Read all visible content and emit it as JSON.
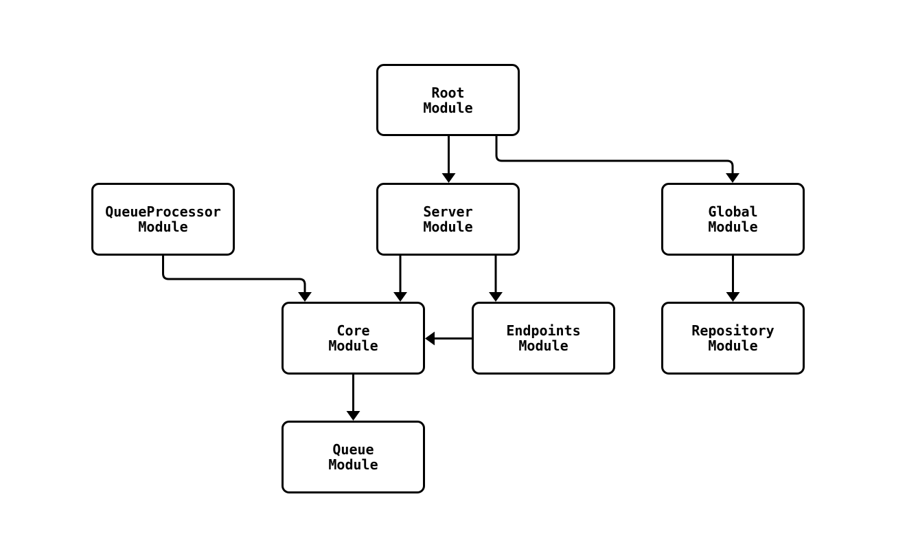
{
  "diagram": {
    "background_color": "#ffffff",
    "stroke_color": "#000000",
    "node_fill_color": "#ffffff",
    "node_text_color": "#000000",
    "nodes": [
      {
        "id": "root",
        "label": "Root\nModule"
      },
      {
        "id": "queue-processor",
        "label": "QueueProcessor\nModule"
      },
      {
        "id": "server",
        "label": "Server\nModule"
      },
      {
        "id": "global",
        "label": "Global\nModule"
      },
      {
        "id": "core",
        "label": "Core\nModule"
      },
      {
        "id": "endpoints",
        "label": "Endpoints\nModule"
      },
      {
        "id": "repository",
        "label": "Repository\nModule"
      },
      {
        "id": "queue",
        "label": "Queue\nModule"
      }
    ],
    "edges": [
      {
        "from": "root",
        "to": "server"
      },
      {
        "from": "root",
        "to": "global"
      },
      {
        "from": "queue-processor",
        "to": "core"
      },
      {
        "from": "server",
        "to": "core"
      },
      {
        "from": "server",
        "to": "endpoints"
      },
      {
        "from": "endpoints",
        "to": "core"
      },
      {
        "from": "global",
        "to": "repository"
      },
      {
        "from": "core",
        "to": "queue"
      }
    ]
  }
}
